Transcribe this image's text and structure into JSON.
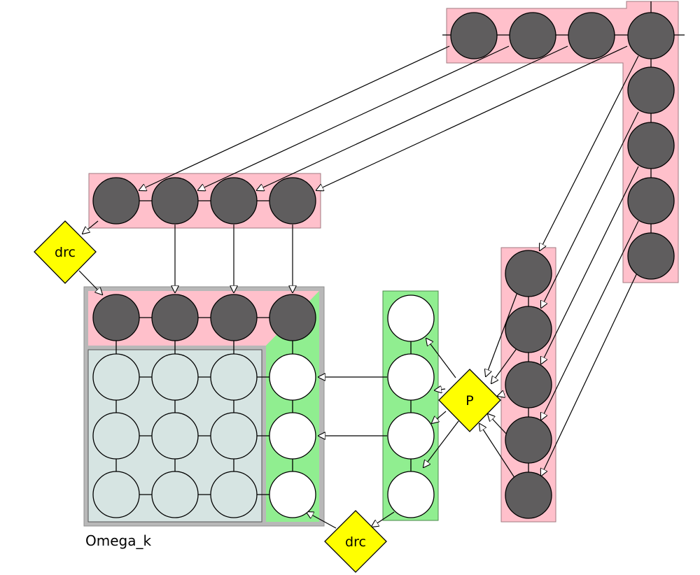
{
  "labels": {
    "region_omega": "Omega_k",
    "drc_top": "drc",
    "drc_bottom": "drc",
    "p_node": "P"
  },
  "colors": {
    "pink_band": "#ffc0cb",
    "green_band": "#90ee90",
    "gray_frame": "#b8b8b8",
    "interior_panel": "#d6e4e2",
    "dark_node": "#5f5d5e",
    "white_node": "#ffffff",
    "light_node": "#d6e4e2",
    "diamond_fill": "#ffff00",
    "stroke": "#000000"
  },
  "node_groups": [
    {
      "group": "top-right-row",
      "count": 4,
      "fill": "dark"
    },
    {
      "group": "right-column",
      "count": 4,
      "fill": "dark"
    },
    {
      "group": "upper-row",
      "count": 4,
      "fill": "dark"
    },
    {
      "group": "omega-top-row",
      "count": 4,
      "fill": "dark"
    },
    {
      "group": "omega-interior-grid",
      "count": 9,
      "fill": "light"
    },
    {
      "group": "omega-right-column",
      "count": 3,
      "fill": "white"
    },
    {
      "group": "middle-column",
      "count": 4,
      "fill": "white"
    },
    {
      "group": "far-right-column",
      "count": 5,
      "fill": "dark"
    }
  ],
  "diamonds": [
    "drc",
    "drc",
    "P"
  ]
}
